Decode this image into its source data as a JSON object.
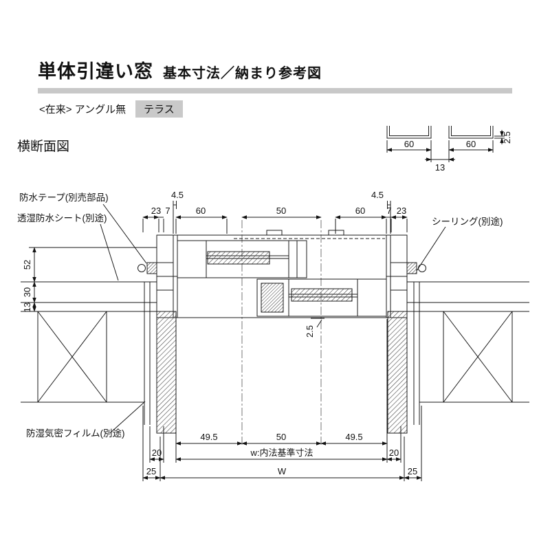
{
  "header": {
    "title_main": "単体引違い窓",
    "title_sub": "基本寸法／納まり参考図",
    "variant_prefix": "<在来> アングル無",
    "variant_tag": "テラス"
  },
  "section_label": "横断面図",
  "detail": {
    "dim_left": "60",
    "dim_right": "60",
    "dim_gap": "13",
    "dim_thickness": "2.5"
  },
  "callouts": {
    "waterproof_tape": "防水テープ(別売部品)",
    "breathable_sheet": "透湿防水シート(別途)",
    "sealing": "シーリング(別途)",
    "moisture_film": "防湿気密フィルム(別途)"
  },
  "dims": {
    "top_45_left": "4.5",
    "top_45_right": "4.5",
    "top_23_left": "23",
    "top_7_left": "7",
    "top_60_left": "60",
    "top_50": "50",
    "top_60_right": "60",
    "top_7_right": "7",
    "top_23_right": "23",
    "v_52": "52",
    "v_30": "30",
    "v_13": "13",
    "mid_25": "2.5",
    "bot_495_left": "49.5",
    "bot_50": "50",
    "bot_495_right": "49.5",
    "bot_20_left": "20",
    "bot_w_label": "w:内法基準寸法",
    "bot_20_right": "20",
    "bot_25_left": "25",
    "bot_W": "W",
    "bot_25_right": "25"
  }
}
